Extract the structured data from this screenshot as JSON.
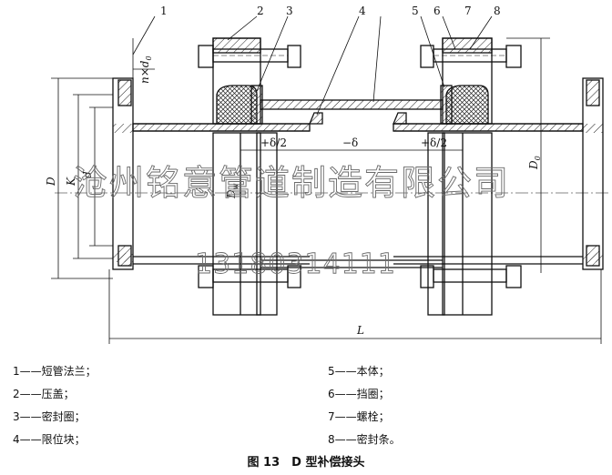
{
  "callouts": [
    "1",
    "2",
    "3",
    "4",
    "5",
    "6",
    "7",
    "8"
  ],
  "dims": {
    "nxd0_n": "n",
    "nxd0_x": "×",
    "nxd0_d": "d",
    "nxd0_sub": "0",
    "D": "D",
    "K": "K",
    "d": "d",
    "Dw": "D",
    "Dw_sub": "w",
    "D0": "D",
    "D0_sub": "0",
    "plus_half_left": "+δ/2",
    "minus": "−δ",
    "plus_half_right": "+δ/2",
    "L": "L"
  },
  "legend_left": [
    "1——短管法兰；",
    "2——压盖；",
    "3——密封圈；",
    "4——限位块；"
  ],
  "legend_right": [
    "5——本体；",
    "6——挡圈；",
    "7——螺栓；",
    "8——密封条。"
  ],
  "caption": "图 13　D 型补偿接头",
  "watermark": {
    "company": "沧州铭意管道制造有限公司",
    "phone": "13180314111"
  }
}
